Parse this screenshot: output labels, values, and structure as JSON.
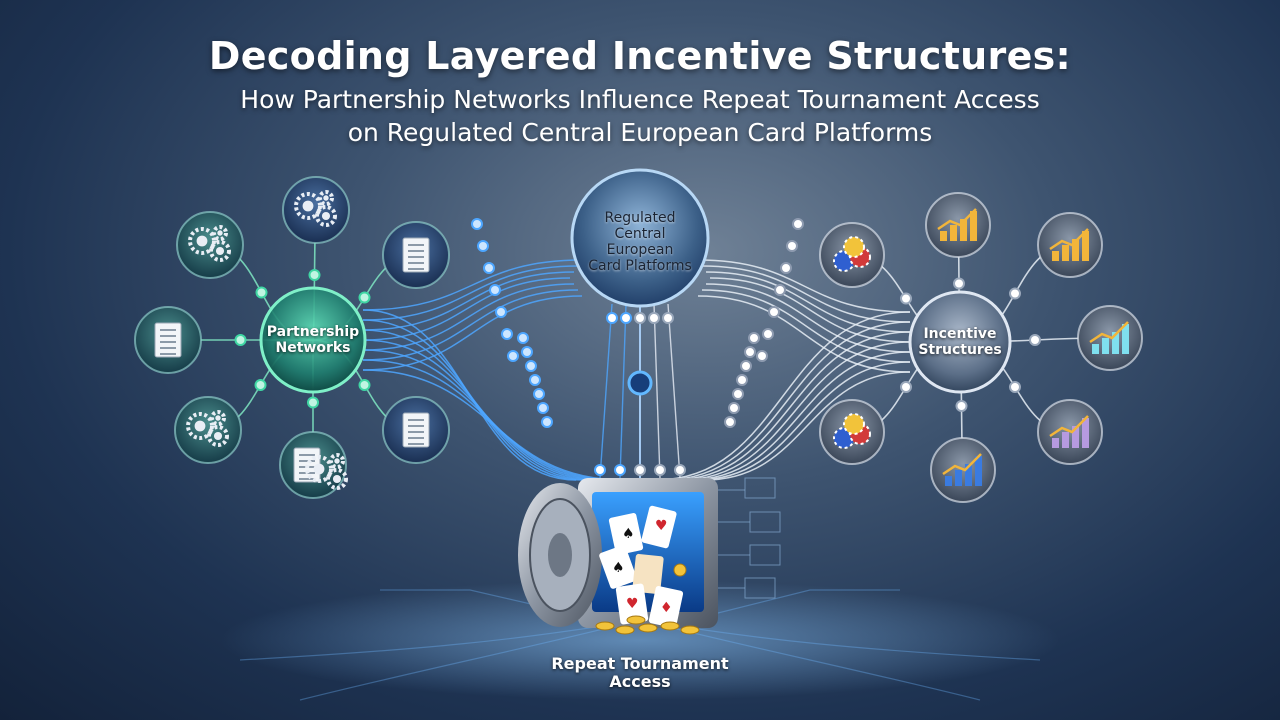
{
  "title": {
    "line1": "Decoding Layered Incentive Structures:",
    "line2": "How Partnership Networks Influence Repeat Tournament Access",
    "line3": "on Regulated Central European Card Platforms"
  },
  "nodes": {
    "partnership": "Partnership\nNetworks",
    "platforms": "Regulated\nCentral\nEuropean\nCard Platforms",
    "incentive": "Incentive\nStructures",
    "access": "Repeat Tournament\nAccess"
  },
  "icons": {
    "left": [
      "gears-icon",
      "gears-icon",
      "document-icon",
      "document-icon",
      "gears-icon",
      "document-icon",
      "document-gear-icon"
    ],
    "right": [
      "poker-chips-icon",
      "bar-chart-icon",
      "bar-chart-icon",
      "bar-chart-icon",
      "bar-chart-icon",
      "poker-chips-icon",
      "bar-chart-icon"
    ],
    "center": "vault-icon"
  },
  "colors": {
    "partnership": "#3fd6a3",
    "platforms": "#9ec4e8",
    "incentive": "#c9d4e6",
    "line_blue": "#4da6ff",
    "line_white": "#e8eef6"
  }
}
